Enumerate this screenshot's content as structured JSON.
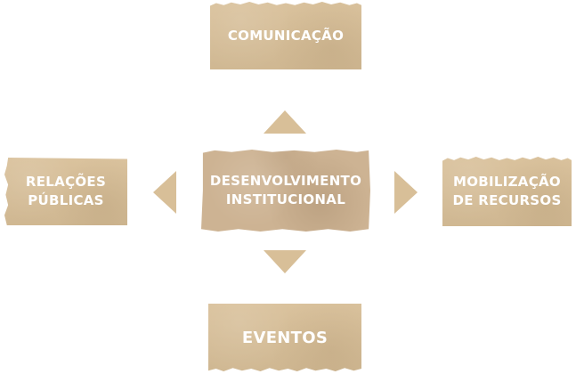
{
  "diagram": {
    "center": {
      "line1": "DESENVOLVIMENTO",
      "line2": "INSTITUCIONAL"
    },
    "top": {
      "label": "COMUNICAÇÃO"
    },
    "left": {
      "line1": "RELAÇÕES",
      "line2": "PÚBLICAS"
    },
    "right": {
      "line1": "MOBILIZAÇÃO",
      "line2": "DE RECURSOS"
    },
    "bottom": {
      "label": "EVENTOS"
    }
  },
  "colors": {
    "paper": "#d8bf98",
    "center_paper": "#cdb393",
    "text": "#ffffff",
    "arrow": "#d8bf98"
  }
}
